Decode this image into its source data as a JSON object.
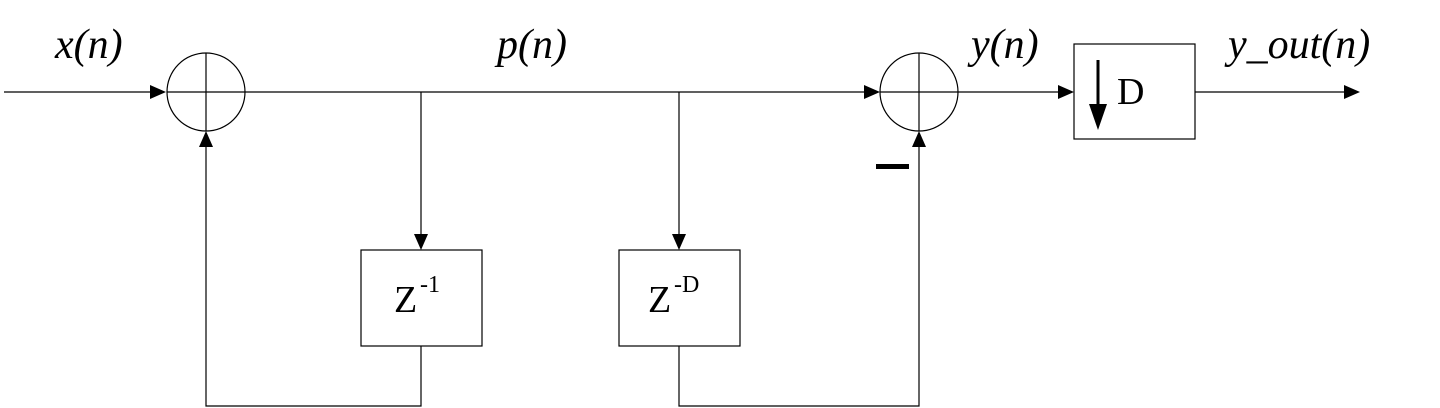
{
  "labels": {
    "input": "x(n)",
    "middle": "p(n)",
    "sum_out": "y(n)",
    "output": "y_out(n)"
  },
  "blocks": {
    "delay_one": {
      "base": "Z",
      "exponent": "-1"
    },
    "delay_d": {
      "base": "Z",
      "exponent": "-D"
    },
    "decimator": {
      "text": "D"
    }
  },
  "signs": {
    "subtract": "−"
  }
}
